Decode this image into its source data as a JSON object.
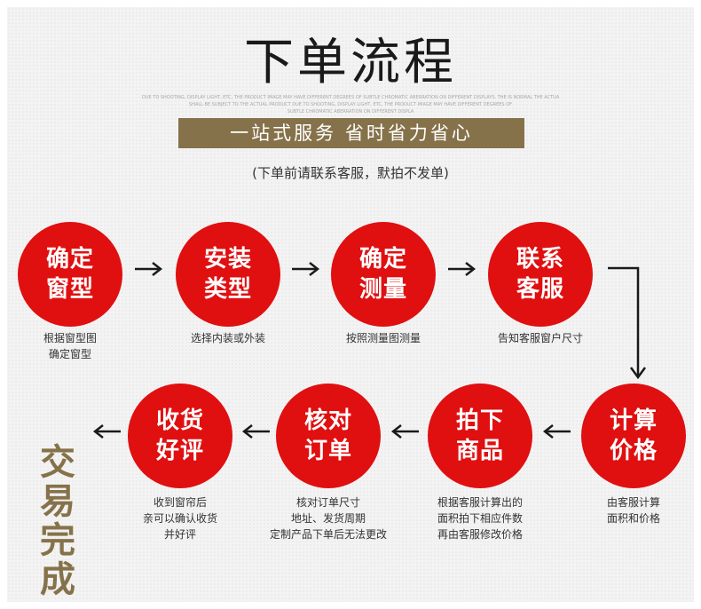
{
  "title": "下单流程",
  "tagline": [
    "DUE TO SHOOTING, DISPLAY LIGHT, ETC, THE PRODUCT IMAGE MAY HAVE DIFFERENT DEGREES OF SUBTLE CHROMATIC ABERRATION ON DIFFERENT DISPLAYS. THE IS NORMAL THE ACTUAL COLOR",
    "SHALL BE SUBJECT TO THE ACTUAL PRODUCT DUE TO SHOOTING, DISPLAY LIGHT, ETC, THE PRODUCT IMAGE MAY HAVE DIFFERENT DEGREES OF",
    "SUBTLE CHROMATIC ABERRATION ON DIFFERENT DISPLA"
  ],
  "banner": "一站式服务    省时省力省心",
  "note": "(下单前请联系客服，默拍不发单)",
  "steps": [
    {
      "label": "确定\n窗型",
      "caption": "根据窗型图\n确定窗型"
    },
    {
      "label": "安装\n类型",
      "caption": "选择内装或外装"
    },
    {
      "label": "确定\n测量",
      "caption": "按照测量图测量"
    },
    {
      "label": "联系\n客服",
      "caption": "告知客服窗户尺寸"
    },
    {
      "label": "计算\n价格",
      "caption": "由客服计算\n面积和价格"
    },
    {
      "label": "拍下\n商品",
      "caption": "根据客服计算出的\n面积拍下相应件数\n再由客服修改价格"
    },
    {
      "label": "核对\n订单",
      "caption": "核对订单尺寸\n地址、发货周期\n定制产品下单后无法更改"
    },
    {
      "label": "收货\n好评",
      "caption": "收到窗帘后\n亲可以确认收货\n并好评"
    }
  ],
  "final": "交易\n完成",
  "colors": {
    "circle": "#e00f10",
    "accent": "#86724a",
    "arrow": "#1a1a1a"
  }
}
